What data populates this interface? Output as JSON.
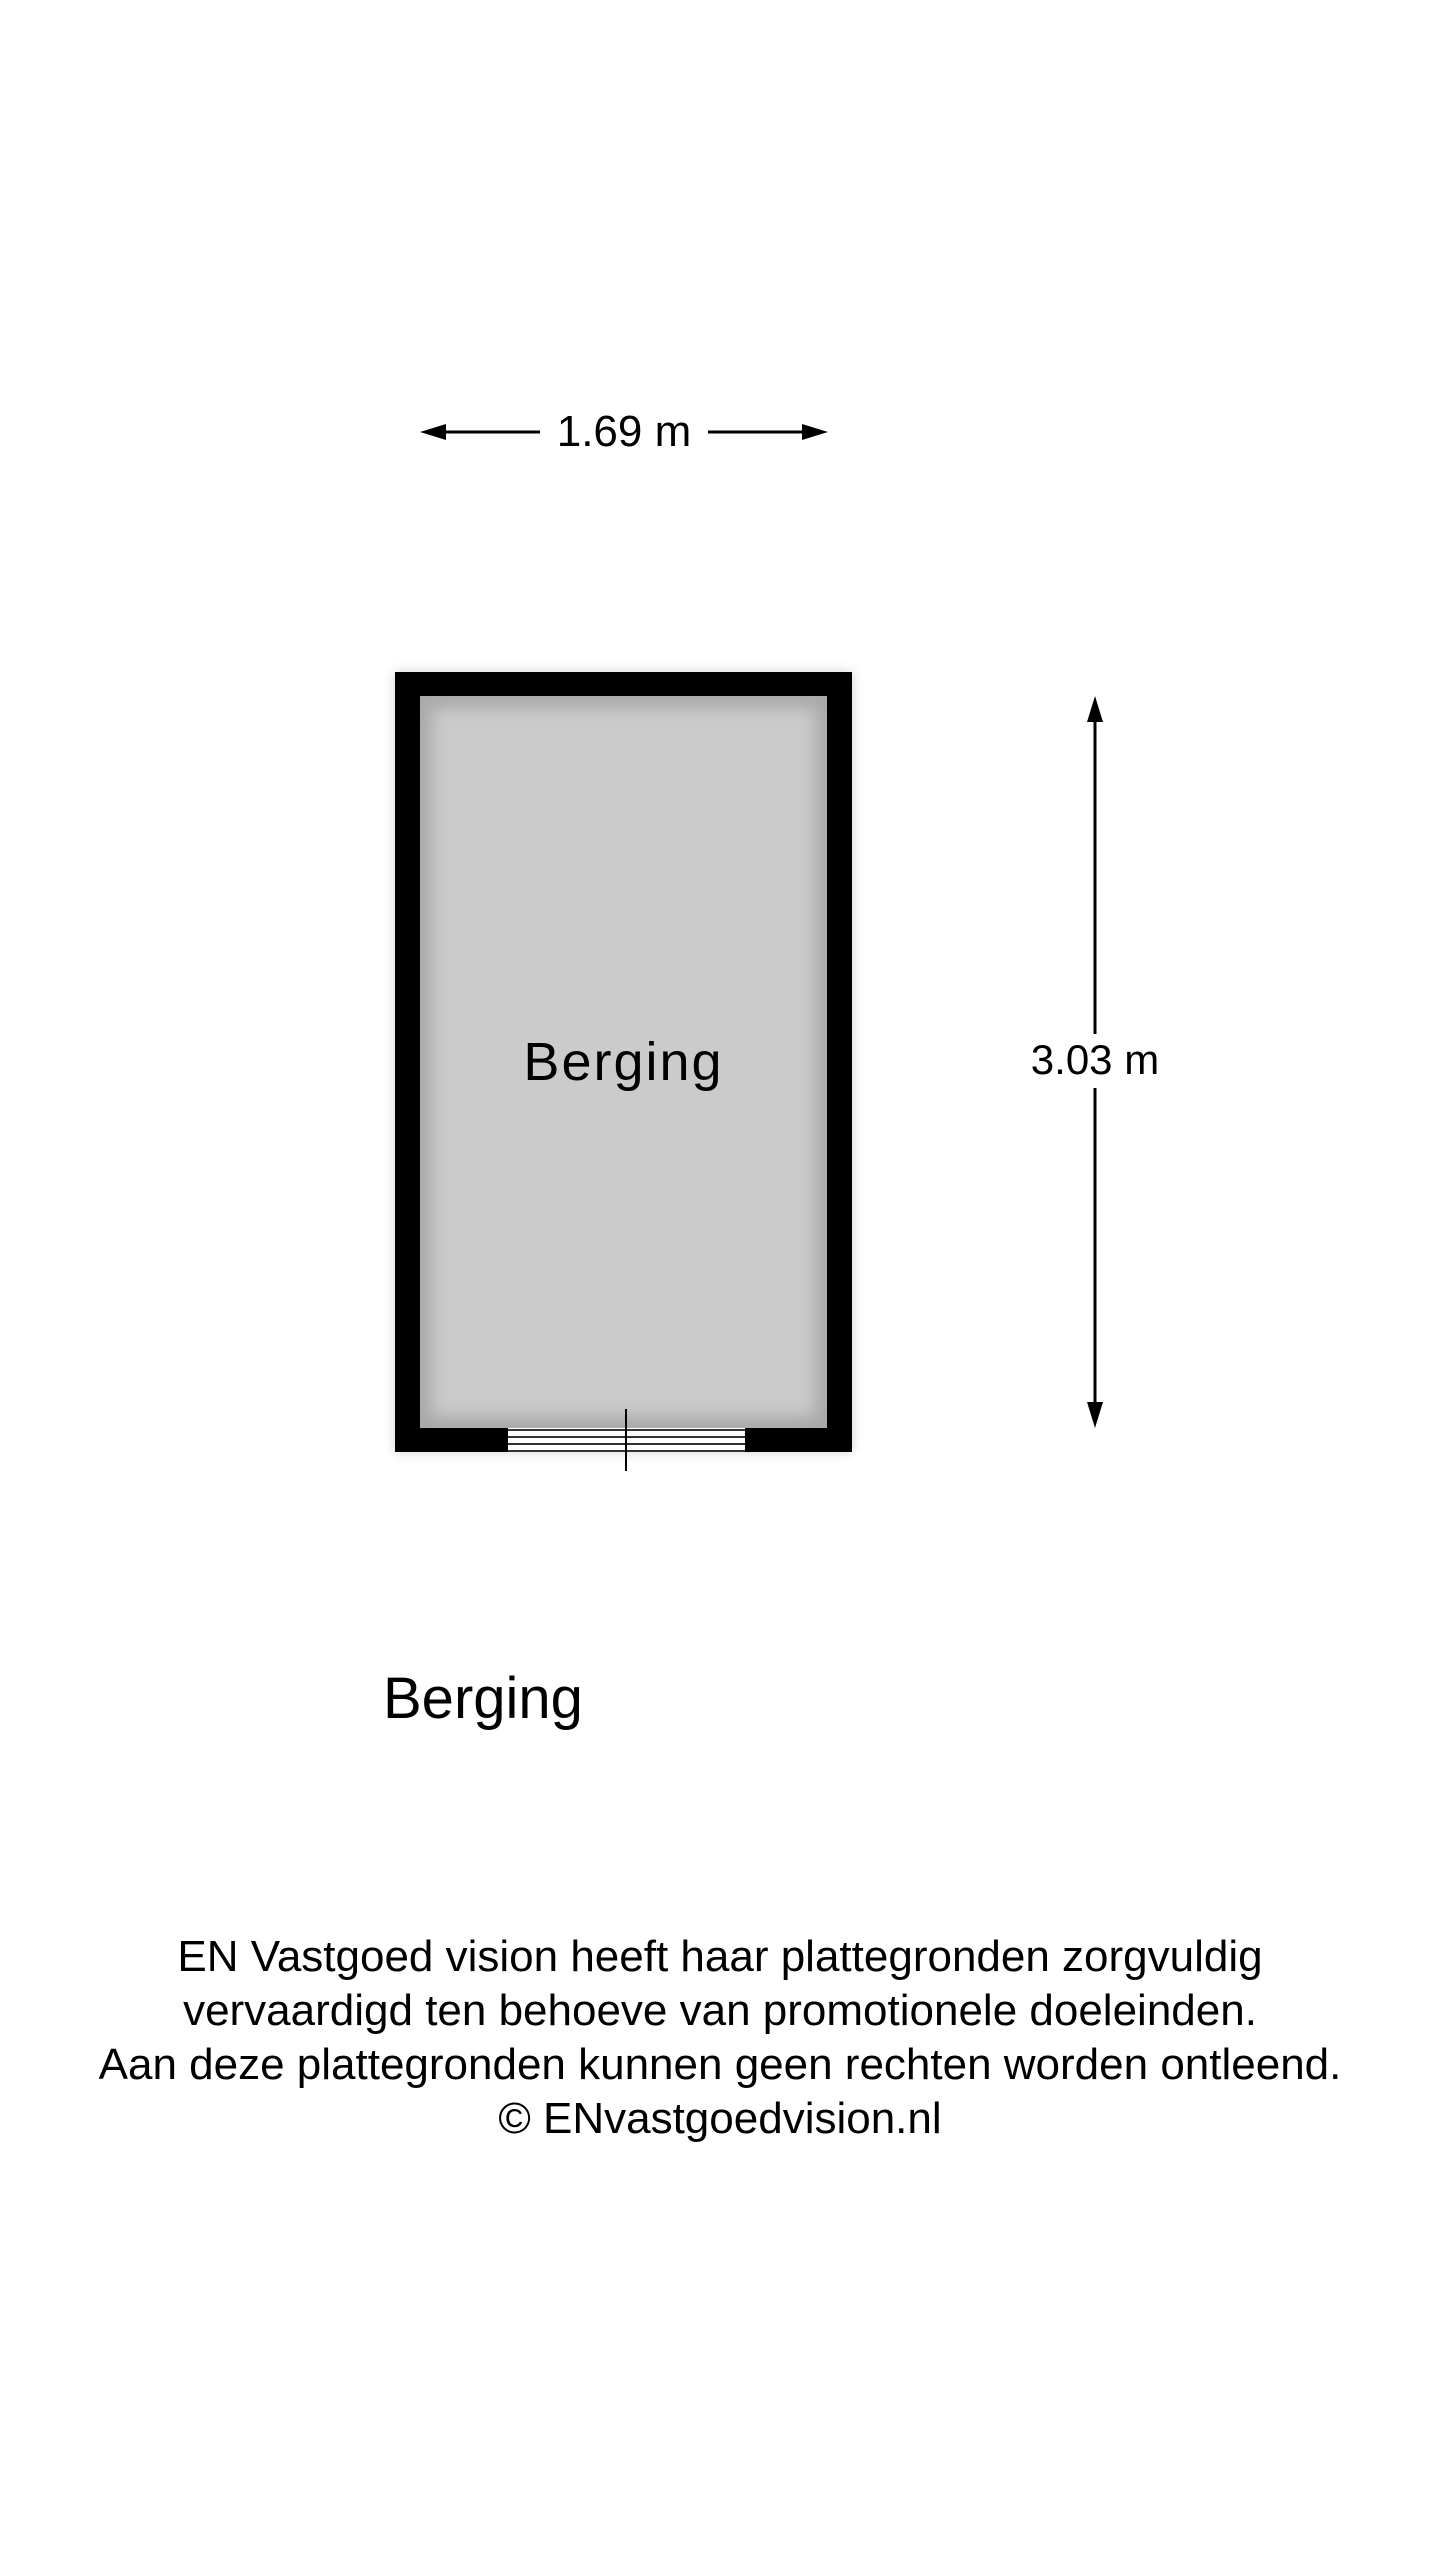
{
  "floorplan": {
    "room": {
      "name": "Berging",
      "width_label": "1.69 m",
      "depth_label": "3.03 m",
      "floor_color": "#cbcbcb",
      "wall_color": "#000000"
    },
    "floor_title": "Berging",
    "disclaimer": {
      "lines": [
        "EN Vastgoed vision heeft haar plattegronden zorgvuldig",
        "vervaardigd ten behoeve van promotionele doeleinden.",
        "Aan deze plattegronden kunnen geen rechten worden ontleend.",
        "© ENvastgoedvision.nl"
      ]
    }
  }
}
